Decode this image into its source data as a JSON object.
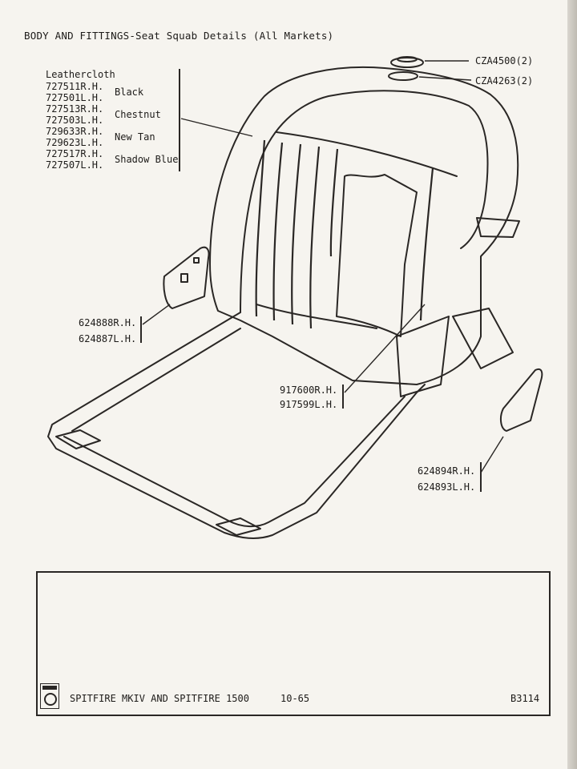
{
  "header": {
    "title": "BODY AND FITTINGS-Seat Squab Details (All Markets)"
  },
  "trim": {
    "heading": "Leathercloth",
    "groups": [
      {
        "parts": [
          "727511R.H.",
          "727501L.H."
        ],
        "colour": "Black"
      },
      {
        "parts": [
          "727513R.H.",
          "727503L.H."
        ],
        "colour": "Chestnut"
      },
      {
        "parts": [
          "729633R.H.",
          "729623L.H."
        ],
        "colour": "New Tan"
      },
      {
        "parts": [
          "727517R.H.",
          "727507L.H."
        ],
        "colour": "Shadow Blue"
      }
    ]
  },
  "callouts": {
    "cza4500": "CZA4500(2)",
    "cza4263": "CZA4263(2)",
    "p624888": "624888R.H.",
    "p624887": "624887L.H.",
    "p917600": "917600R.H.",
    "p917599": "917599L.H.",
    "p624894": "624894R.H.",
    "p624893": "624893L.H."
  },
  "footer": {
    "model": "SPITFIRE MKIV AND SPITFIRE 1500",
    "page": "10-65",
    "ref": "B3114"
  },
  "icons": {
    "logo": "british-leyland-logo"
  }
}
